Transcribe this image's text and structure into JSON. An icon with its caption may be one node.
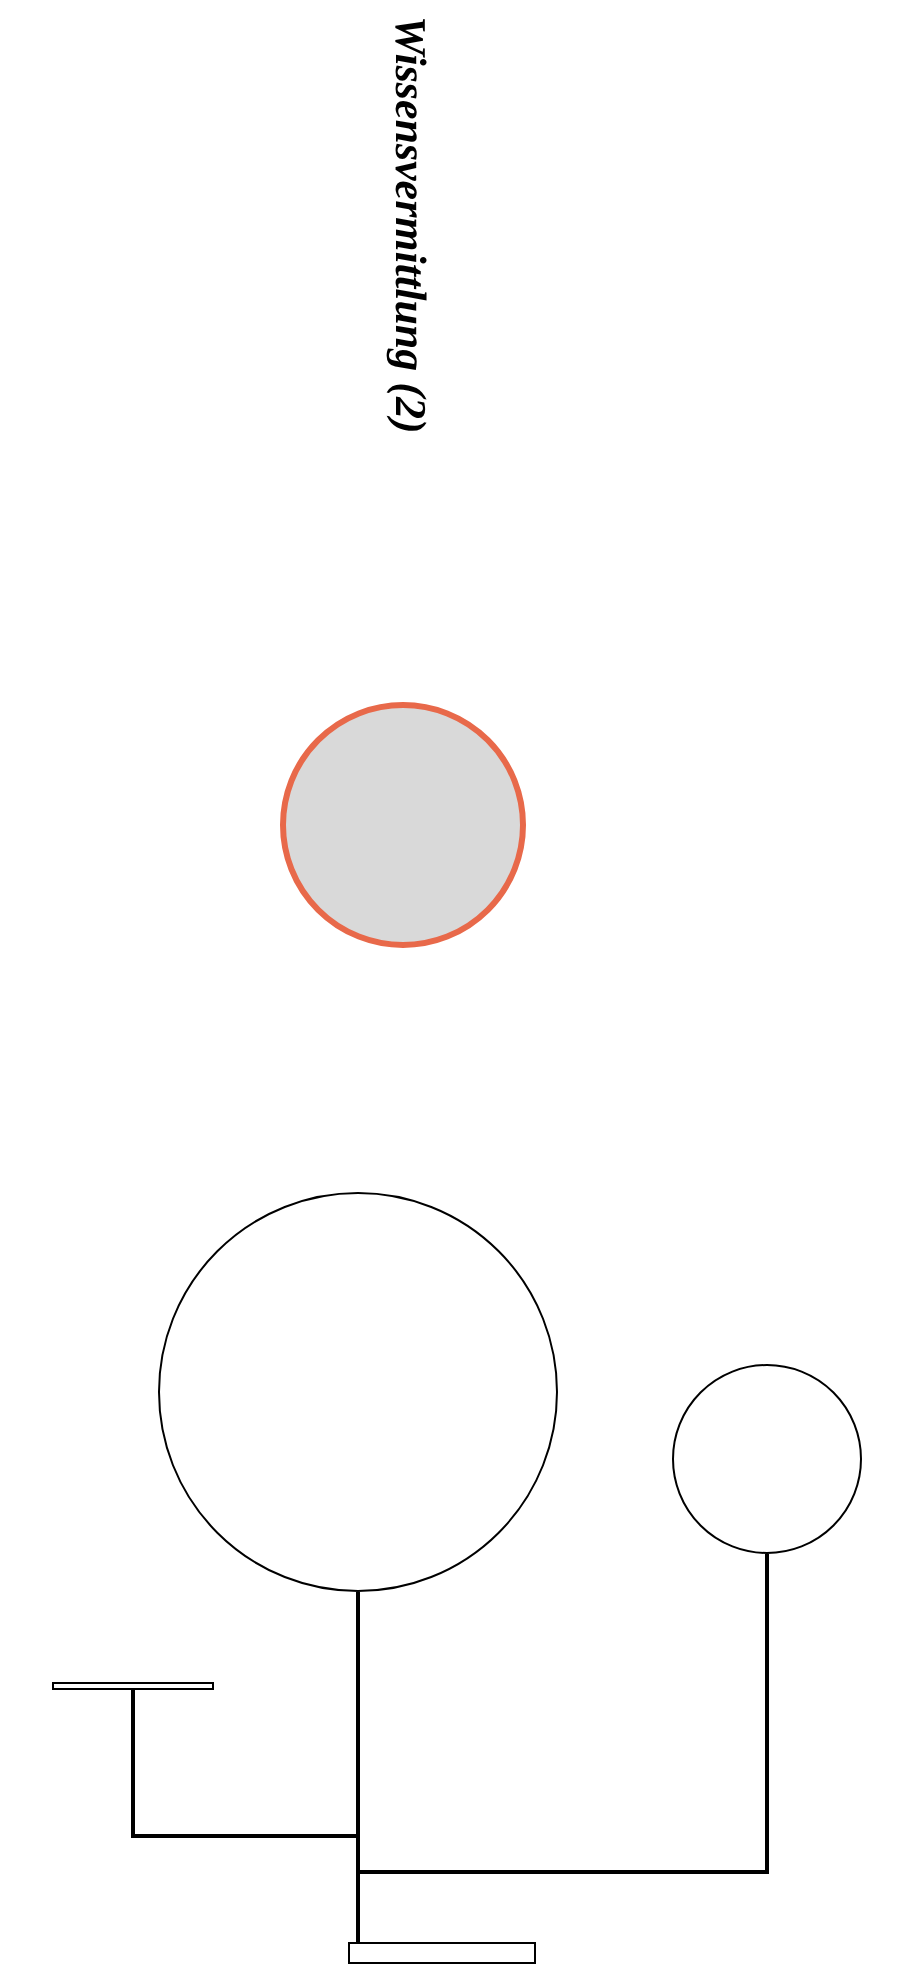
{
  "diagram": {
    "title": "Wissensvermittlung (2)",
    "nodes": [
      {
        "text": [],
        "shape": "circle"
      },
      {
        "text": [],
        "shape": "circle"
      },
      {
        "text": [],
        "shape": "circle"
      },
      {
        "text": [],
        "shape": "bar"
      },
      {
        "text": [],
        "shape": "bar"
      }
    ],
    "edges": [
      {
        "from": 4,
        "to": 1,
        "arrow": "none"
      },
      {
        "from": 4,
        "to": 3,
        "arrow": "none"
      },
      {
        "from": 4,
        "to": 2,
        "arrow": "none"
      }
    ]
  }
}
